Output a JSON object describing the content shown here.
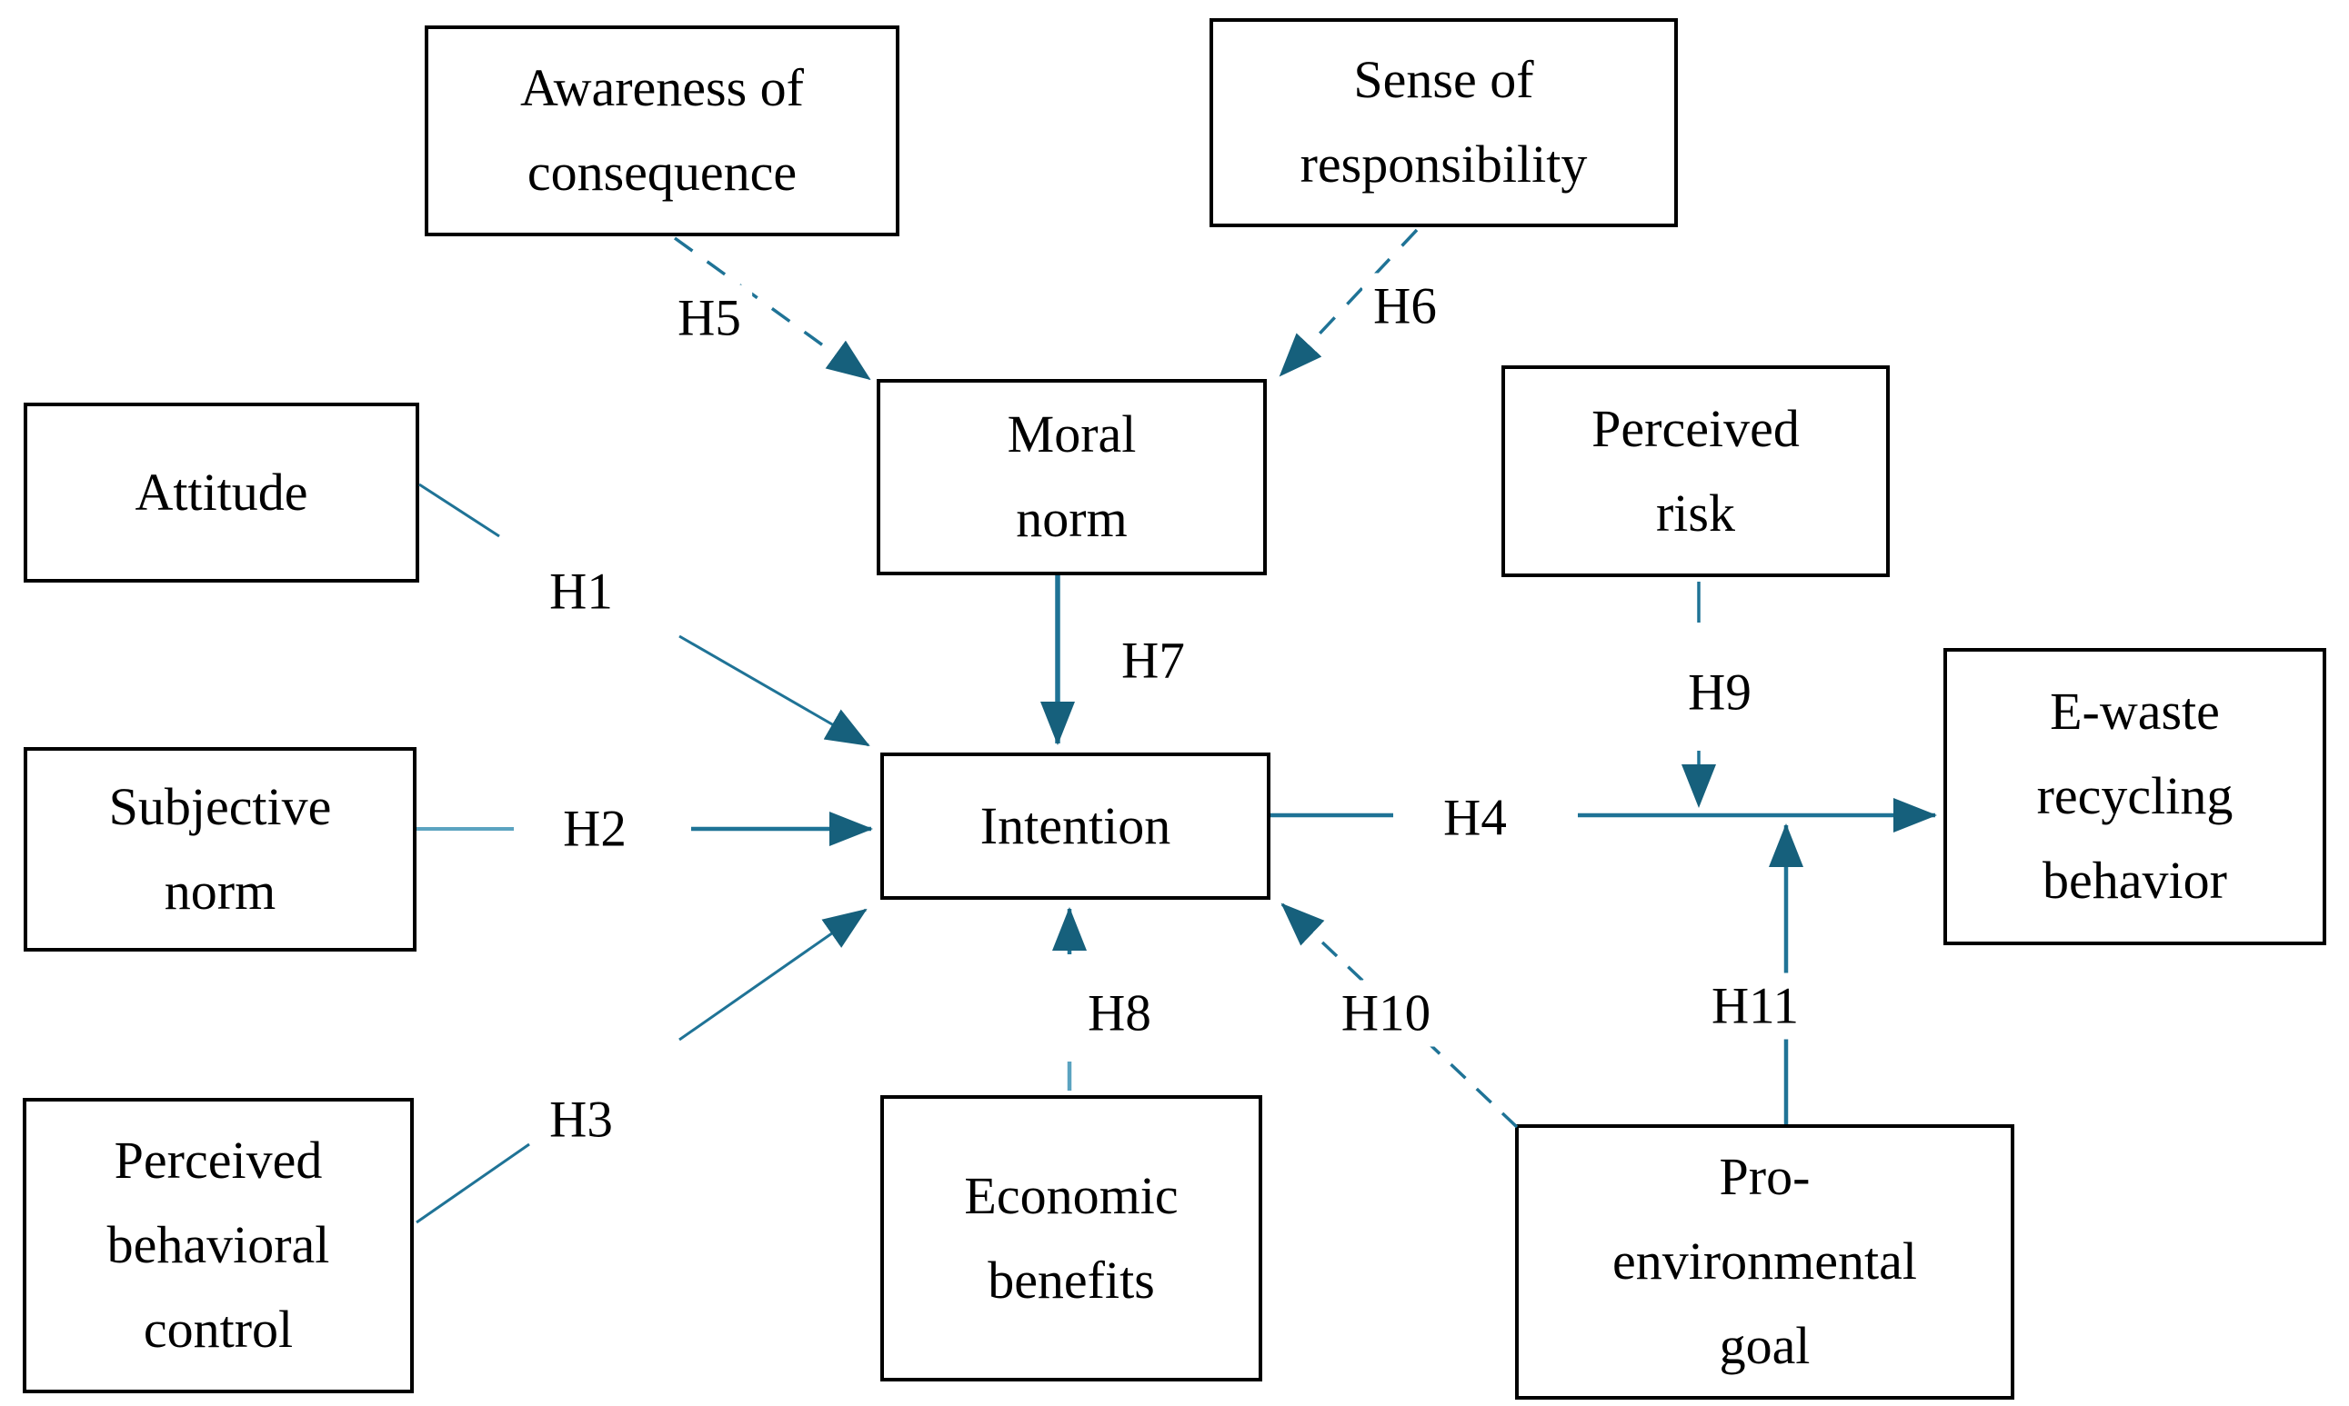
{
  "diagram": {
    "description": "Hypothesis path model of e-waste recycling behavior",
    "colors": {
      "arrow": "#1f7396",
      "arrow_light": "#5ba3c0",
      "arrowhead": "#16607c",
      "box_border": "#000000",
      "text": "#000000",
      "background": "#ffffff"
    },
    "nodes": [
      {
        "id": "awareness-of-consequence",
        "label": "Awareness of\nconsequence"
      },
      {
        "id": "sense-of-responsibility",
        "label": "Sense of\nresponsibility"
      },
      {
        "id": "attitude",
        "label": "Attitude"
      },
      {
        "id": "moral-norm",
        "label": "Moral\nnorm"
      },
      {
        "id": "perceived-risk",
        "label": "Perceived\nrisk"
      },
      {
        "id": "subjective-norm",
        "label": "Subjective\nnorm"
      },
      {
        "id": "intention",
        "label": "Intention"
      },
      {
        "id": "e-waste-recycling-behavior",
        "label": "E-waste\nrecycling\nbehavior"
      },
      {
        "id": "perceived-behavioral-control",
        "label": "Perceived\nbehavioral\ncontrol"
      },
      {
        "id": "economic-benefits",
        "label": "Economic\nbenefits"
      },
      {
        "id": "pro-environmental-goal",
        "label": "Pro-\nenvironmental\ngoal"
      }
    ],
    "edges": [
      {
        "id": "H1",
        "label": "H1",
        "from": "attitude",
        "to": "intention",
        "style": "solid"
      },
      {
        "id": "H2",
        "label": "H2",
        "from": "subjective-norm",
        "to": "intention",
        "style": "solid"
      },
      {
        "id": "H3",
        "label": "H3",
        "from": "perceived-behavioral-control",
        "to": "intention",
        "style": "solid"
      },
      {
        "id": "H4",
        "label": "H4",
        "from": "intention",
        "to": "e-waste-recycling-behavior",
        "style": "solid"
      },
      {
        "id": "H5",
        "label": "H5",
        "from": "awareness-of-consequence",
        "to": "moral-norm",
        "style": "dashed"
      },
      {
        "id": "H6",
        "label": "H6",
        "from": "sense-of-responsibility",
        "to": "moral-norm",
        "style": "dashed"
      },
      {
        "id": "H7",
        "label": "H7",
        "from": "moral-norm",
        "to": "intention",
        "style": "solid"
      },
      {
        "id": "H8",
        "label": "H8",
        "from": "economic-benefits",
        "to": "intention",
        "style": "solid"
      },
      {
        "id": "H9",
        "label": "H9",
        "from": "perceived-risk",
        "to": "intention-behavior-link",
        "style": "dashed"
      },
      {
        "id": "H10",
        "label": "H10",
        "from": "pro-environmental-goal",
        "to": "intention",
        "style": "dashed"
      },
      {
        "id": "H11",
        "label": "H11",
        "from": "pro-environmental-goal",
        "to": "intention-behavior-link",
        "style": "solid"
      }
    ]
  }
}
